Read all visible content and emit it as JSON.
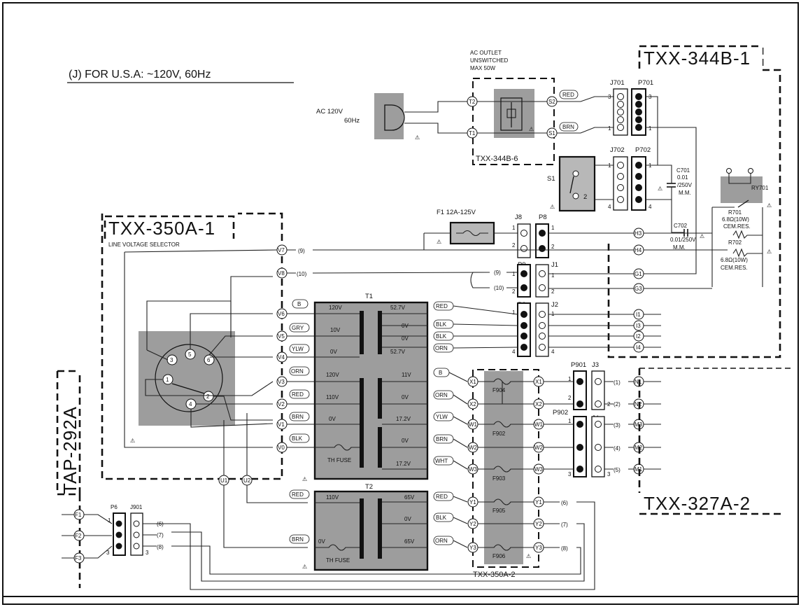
{
  "title": "(J) FOR U.S.A: ~120V, 60Hz",
  "boards": {
    "txx344b1": "TXX-344B-1",
    "txx344b6": "TXX-344B-6",
    "txx350a1": "TXX-350A-1",
    "txx350a2": "TXX-350A-2",
    "txx327a2": "TXX-327A-2",
    "tap292a": "TAP-292A"
  },
  "ac_outlet": {
    "line1": "AC OUTLET",
    "line2": "UNSWITCHED",
    "line3": "MAX 50W"
  },
  "ac_input": {
    "line1": "AC  120V",
    "line2": "60Hz"
  },
  "line_voltage_selector": "LINE VOLTAGE SELECTOR",
  "connectors": {
    "j701": "J701",
    "p701": "P701",
    "j702": "J702",
    "p702": "P702",
    "j8": "J8",
    "p8": "P8",
    "p9": "P9",
    "j1": "J1",
    "p2": "P2",
    "j2": "J2",
    "p901": "P901",
    "j3": "J3",
    "p902": "P902",
    "j4": "J4",
    "p6": "P6",
    "j901": "J901"
  },
  "switch": "S1",
  "fuse_f1": "F1  12A-125V",
  "capacitors": {
    "c701": "C701",
    "c701_v1": "0.01",
    "c701_v2": "/250V",
    "c701_v3": "M.M.",
    "c702": "C702",
    "c702_v1": "0.01/250V",
    "c702_v2": "M.M."
  },
  "resistors": {
    "ry701": "RY701",
    "r701": "R701",
    "r701_v1": "6.8Ω(10W)",
    "r701_v2": "CEM.RES.",
    "r702": "R702",
    "r702_v1": "6.8Ω(10W)",
    "r702_v2": "CEM.RES."
  },
  "transformers": {
    "t1": "T1",
    "t2": "T2",
    "t1_left": [
      "120V",
      "10V",
      "0V",
      "120V",
      "110V",
      "0V"
    ],
    "t1_right": [
      "52.7V",
      "0V",
      "0V",
      "52.7V",
      "11V",
      "0V",
      "17.2V",
      "0V",
      "17.2V"
    ],
    "t2_left": [
      "110V",
      "0V"
    ],
    "t2_right": [
      "65V",
      "0V",
      "65V"
    ],
    "th_fuse": "TH FUSE"
  },
  "fuses": [
    "F904",
    "F902",
    "F903",
    "F905",
    "F906"
  ],
  "wire_colors": {
    "red": "RED",
    "brn": "BRN",
    "b": "B",
    "gry": "GRY",
    "ylw": "YLW",
    "orn": "ORN",
    "blk": "BLK",
    "wht": "WHT"
  },
  "terminals": {
    "t2": "T2",
    "t1": "T1",
    "s2": "S2",
    "s1": "S1",
    "v7": "V7",
    "v8": "V8",
    "v6": "V6",
    "v5": "V5",
    "v4": "V4",
    "v3": "V3",
    "v2": "V2",
    "v1": "V1",
    "v0": "V0",
    "u1": "U1",
    "u2": "U2",
    "h3": "H3",
    "h4": "H4",
    "g1": "G1",
    "g3": "G3",
    "i1": "I1",
    "i3": "I3",
    "i2": "I2",
    "i4": "I4",
    "n1": "N1",
    "n2": "N2",
    "m3": "M3",
    "m2": "M2",
    "m1": "M1",
    "x1": "X1",
    "x2": "X2",
    "w1": "W1",
    "w2": "W2",
    "w3": "W3",
    "y1": "Y1",
    "y2": "Y2",
    "y3": "Y3",
    "f1": "F1",
    "f2": "F2",
    "f3": "F3"
  },
  "wire_numbers": [
    "(9)",
    "(10)",
    "(1)",
    "(2)",
    "(3)",
    "(4)",
    "(5)",
    "(6)",
    "(7)",
    "(8)"
  ],
  "selector_pins": [
    "1",
    "2",
    "3",
    "4",
    "5",
    "6"
  ],
  "pin_numbers": [
    "1",
    "2",
    "3",
    "4"
  ]
}
